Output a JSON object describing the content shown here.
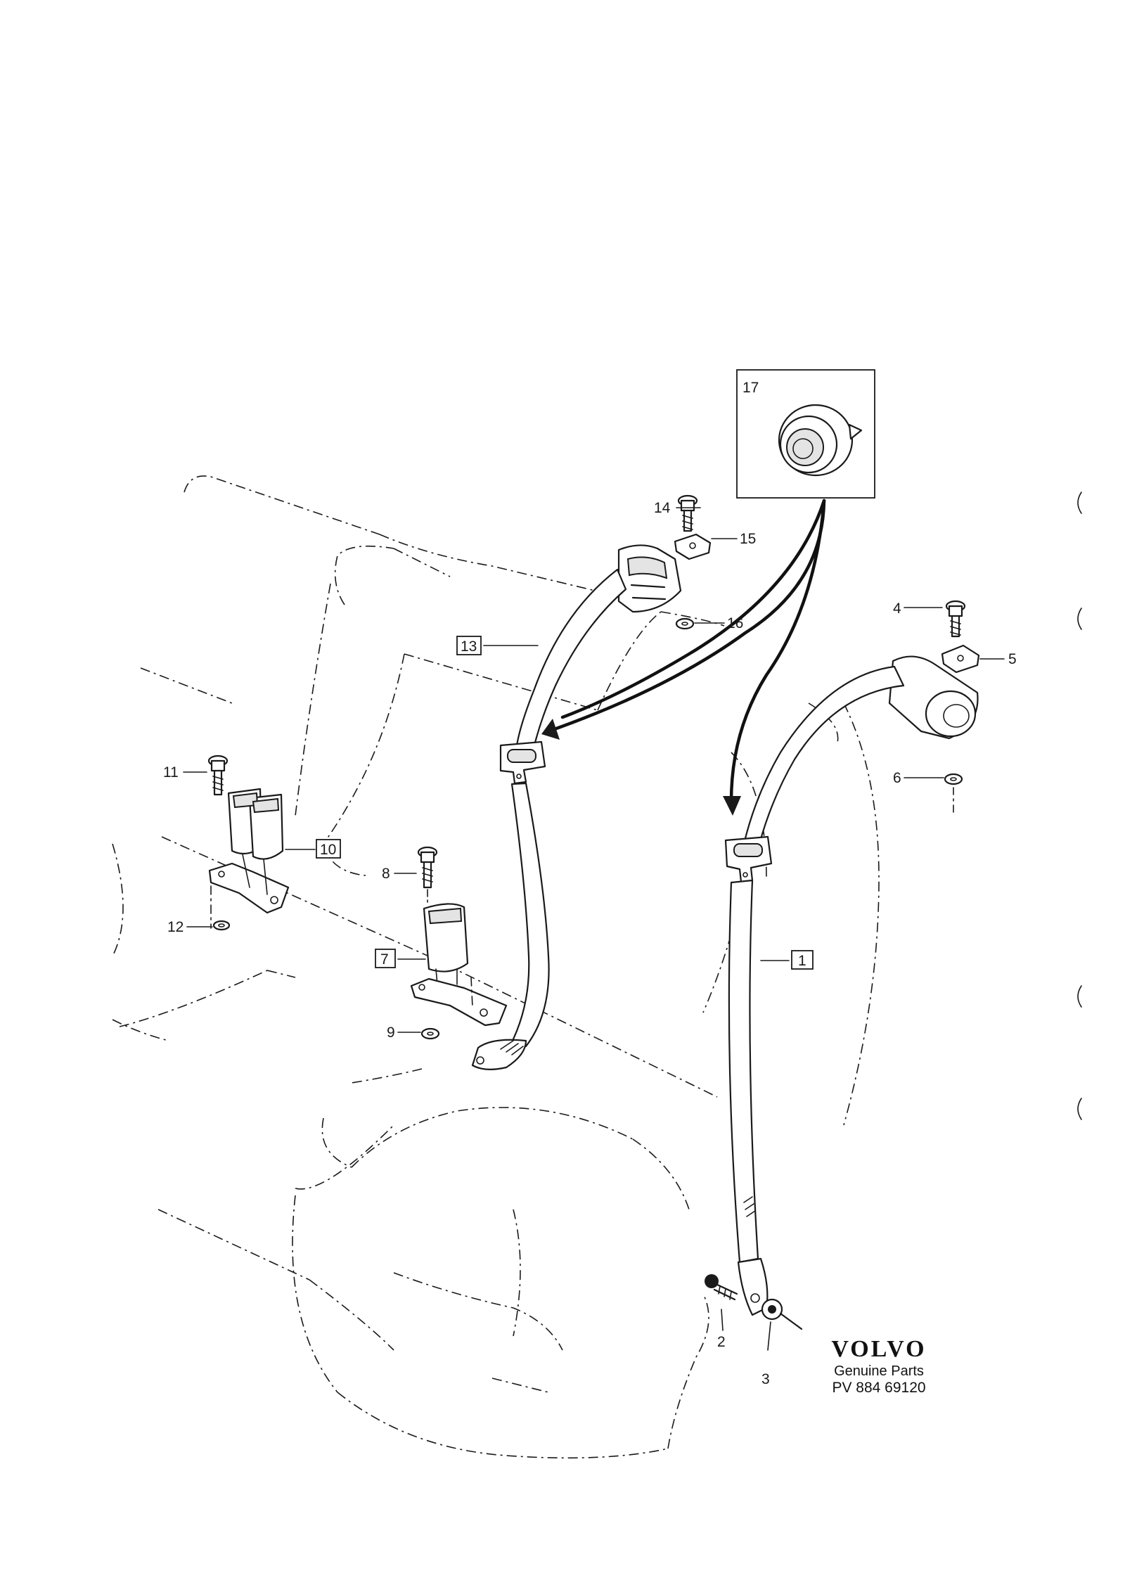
{
  "callouts": {
    "c1": "1",
    "c2": "2",
    "c3": "3",
    "c4": "4",
    "c5": "5",
    "c6": "6",
    "c7": "7",
    "c8": "8",
    "c9": "9",
    "c10": "10",
    "c11": "11",
    "c12": "12",
    "c13": "13",
    "c14": "14",
    "c15": "15",
    "c16": "16",
    "c17": "17"
  },
  "brand": {
    "logo": "VOLVO",
    "subtitle": "Genuine Parts",
    "part_number": "PV 884 69120"
  }
}
